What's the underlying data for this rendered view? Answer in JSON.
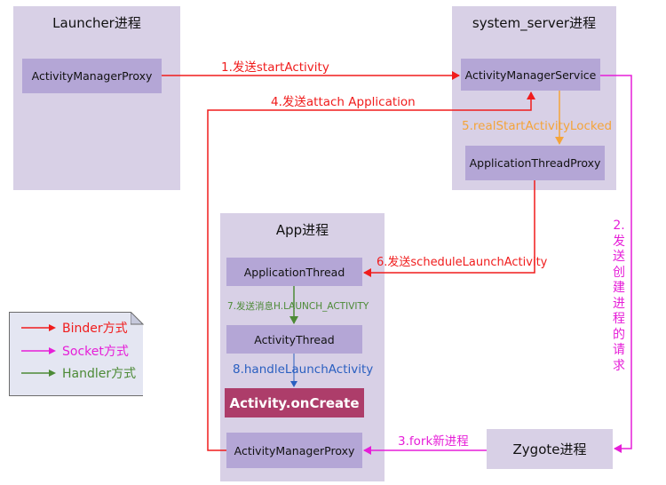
{
  "panels": {
    "launcher": "Launcher进程",
    "system_server": "system_server进程",
    "app": "App进程"
  },
  "boxes": {
    "launcher_proxy": "ActivityManagerProxy",
    "ams": "ActivityManagerService",
    "app_thread_proxy": "ApplicationThreadProxy",
    "application_thread": "ApplicationThread",
    "activity_thread": "ActivityThread",
    "on_create": "Activity.onCreate",
    "app_proxy": "ActivityManagerProxy",
    "zygote": "Zygote进程"
  },
  "steps": {
    "s1": "1.发送startActivity",
    "s2": "2.发送创建进程的请求",
    "s3": "3.fork新进程",
    "s4": "4.发送attach Application",
    "s5": "5.realStartActivityLocked",
    "s6": "6.发送scheduleLaunchActivity",
    "s7": "7.发送消息H.LAUNCH_ACTIVITY",
    "s8": "8.handleLaunchActivity"
  },
  "legend": {
    "binder": "Binder方式",
    "socket": "Socket方式",
    "handler": "Handler方式"
  },
  "colors": {
    "binder": "#f01c1c",
    "socket": "#e61ed8",
    "handler": "#4c8a36",
    "orange": "#f4a43a",
    "blue": "#2a5fc0",
    "panel": "#d8d0e6",
    "box": "#b4a6d6",
    "highlight": "#ad3d6a"
  }
}
